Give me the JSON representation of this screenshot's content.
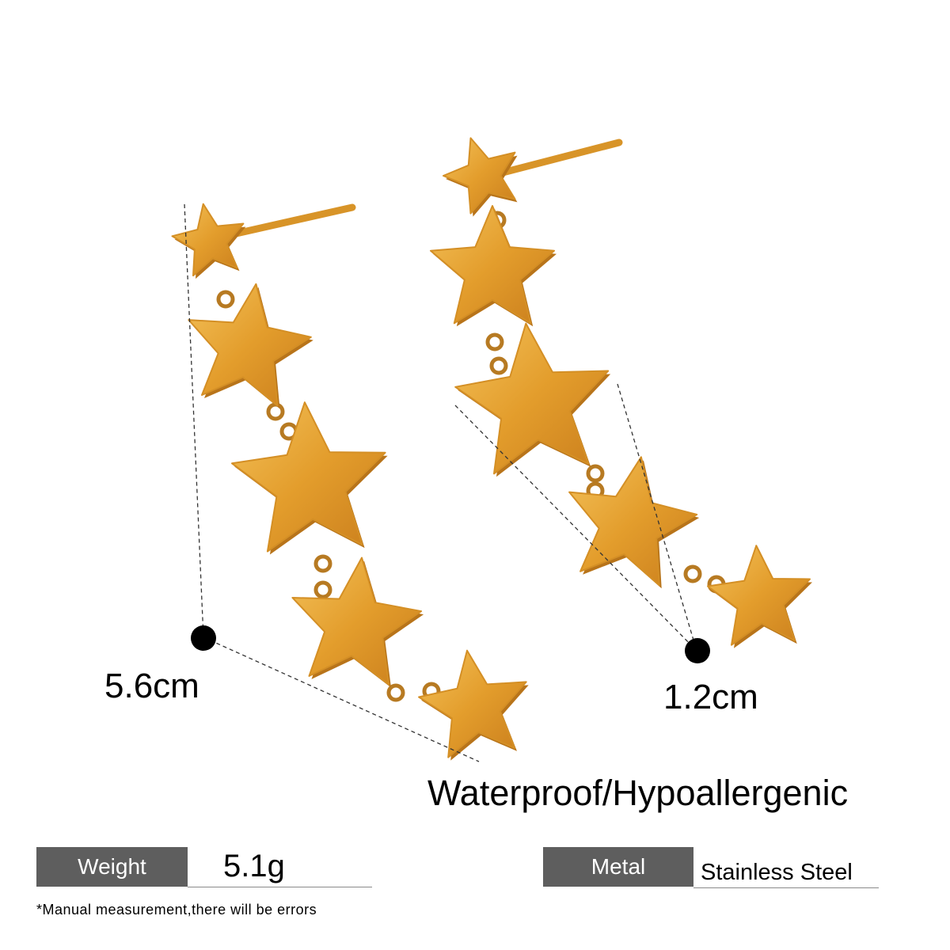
{
  "measurements": {
    "length": "5.6cm",
    "width": "1.2cm"
  },
  "feature_text": "Waterproof/Hypoallergenic",
  "specs": {
    "weight_label": "Weight",
    "weight_value": "5.1g",
    "metal_label": "Metal",
    "metal_value": "Stainless Steel"
  },
  "footnote": "*Manual measurement,there will be errors",
  "colors": {
    "gold": "#e0a030",
    "gold_dark": "#b8741a",
    "spec_box": "#5e5e5e"
  }
}
